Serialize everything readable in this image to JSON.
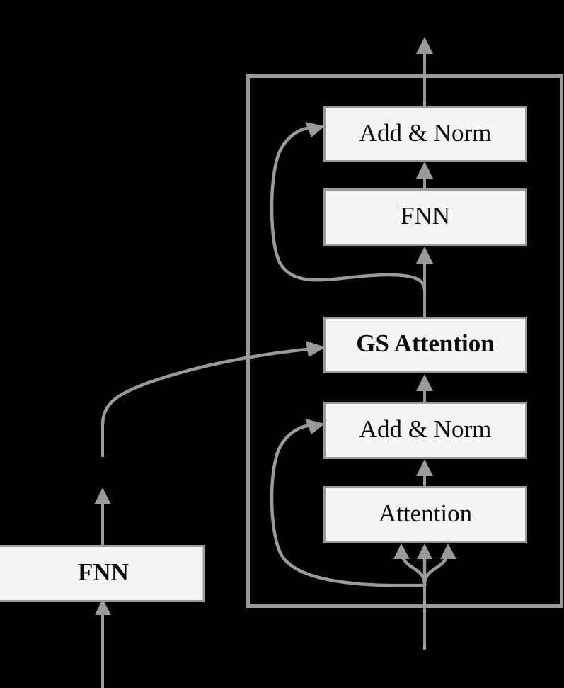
{
  "diagram": {
    "type": "neural-network-architecture-block-diagram",
    "background_color": "#000000",
    "box_fill_color": "#f5f5f5",
    "box_border_color": "#9a9a9a",
    "connector_color": "#9a9a9a",
    "text_color": "#0b0b0b",
    "encoder_block": {
      "frame_name": "decoder-block-frame",
      "nodes": [
        {
          "id": "add-norm-top",
          "label": "Add & Norm",
          "weight": "regular"
        },
        {
          "id": "fnn-inner",
          "label": "FNN",
          "weight": "regular"
        },
        {
          "id": "gs-attention",
          "label": "GS Attention",
          "weight": "bold"
        },
        {
          "id": "add-norm-bottom",
          "label": "Add & Norm",
          "weight": "regular"
        },
        {
          "id": "attention",
          "label": "Attention",
          "weight": "regular"
        }
      ]
    },
    "side_block": {
      "nodes": [
        {
          "id": "fnn-left",
          "label": "FNN",
          "weight": "bold"
        }
      ]
    },
    "connections": [
      {
        "from": "block-input",
        "to": "attention",
        "style": "three-way-fan",
        "count": 3
      },
      {
        "from": "attention",
        "to": "add-norm-bottom",
        "style": "straight-arrow"
      },
      {
        "from": "block-input-junction",
        "to": "add-norm-bottom",
        "style": "residual-curve"
      },
      {
        "from": "add-norm-bottom",
        "to": "gs-attention",
        "style": "straight-arrow"
      },
      {
        "from": "fnn-left",
        "to": "gs-attention",
        "style": "cross-curve"
      },
      {
        "from": "gs-attention",
        "to": "fnn-inner",
        "style": "straight-arrow"
      },
      {
        "from": "fnn-inner",
        "to": "add-norm-top",
        "style": "straight-arrow"
      },
      {
        "from": "gs-attention-junction",
        "to": "add-norm-top",
        "style": "residual-curve"
      },
      {
        "from": "add-norm-top",
        "to": "block-output",
        "style": "straight-arrow"
      },
      {
        "from": "side-input",
        "to": "fnn-left",
        "style": "straight-arrow"
      }
    ]
  }
}
